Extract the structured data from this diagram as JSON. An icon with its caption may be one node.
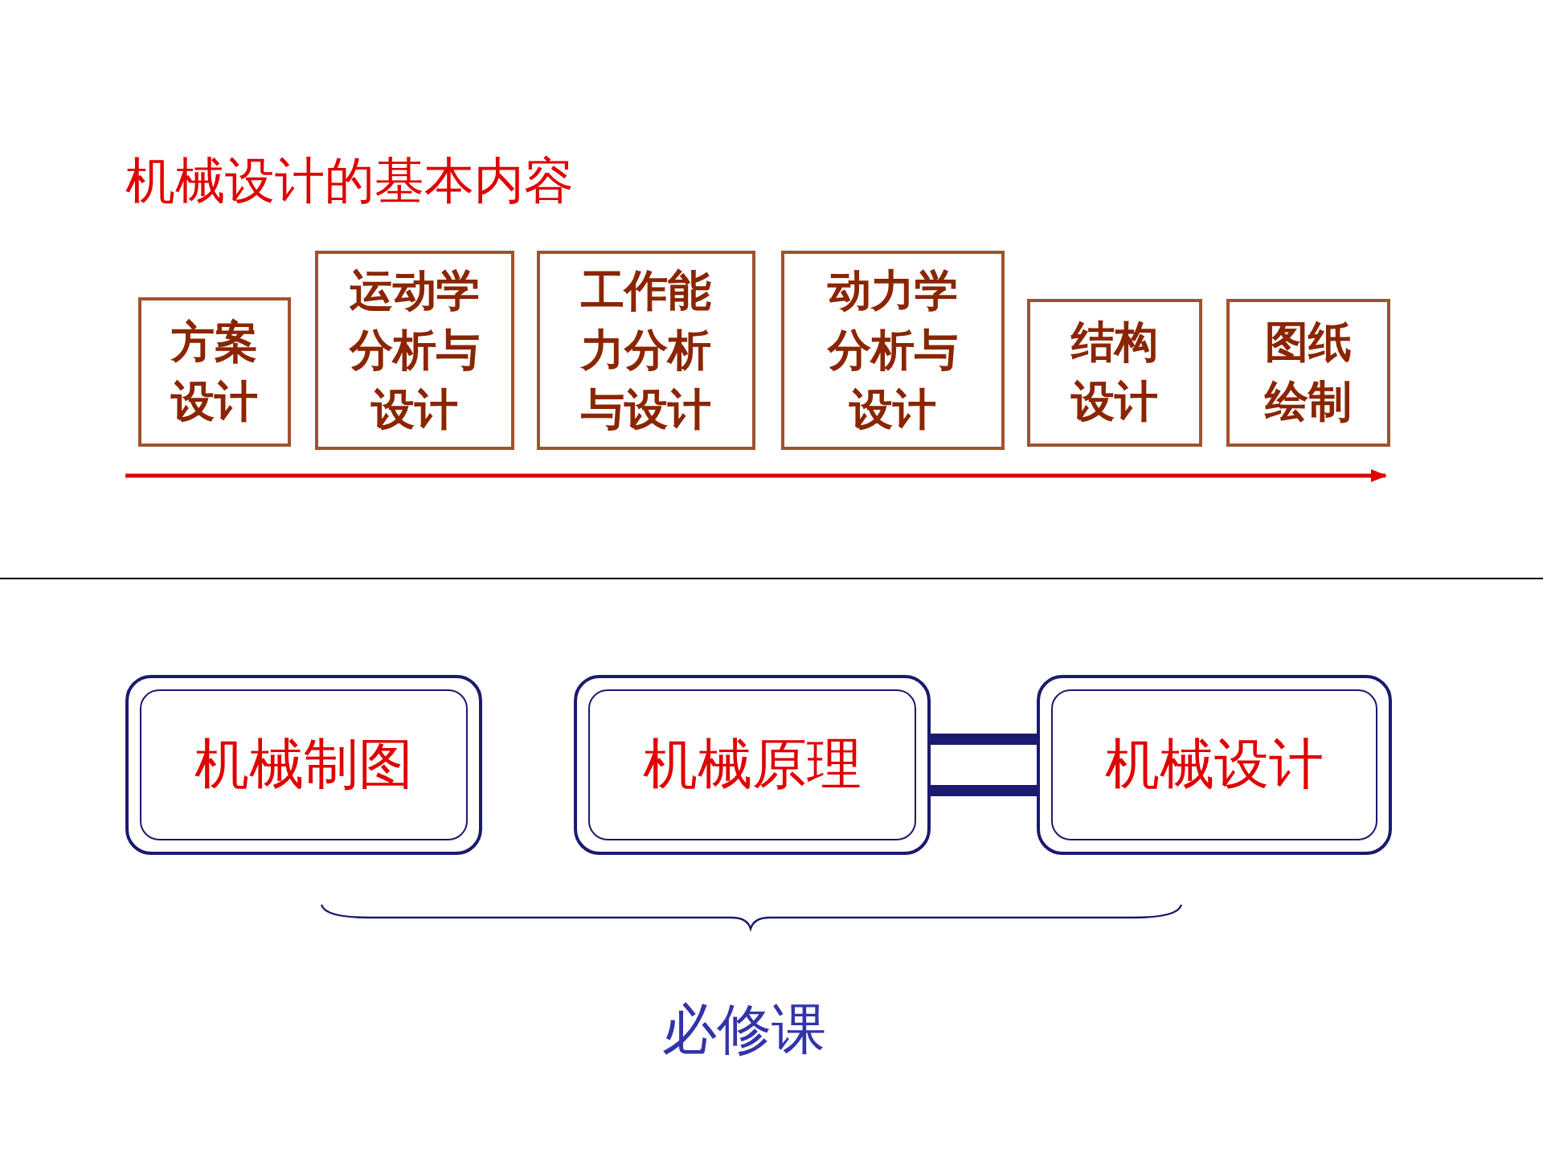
{
  "diagram": {
    "title": "机械设计的基本内容",
    "nodes": [
      {
        "text": [
          "方案设计"
        ]
      },
      {
        "text": [
          "运动学分析与设计"
        ]
      },
      {
        "text": [
          "工作能力分析与设计"
        ]
      },
      {
        "text": [
          "动力学分析与设计"
        ]
      },
      {
        "text": [
          "结构设计"
        ]
      },
      {
        "text": [
          "图纸绘制"
        ]
      },
      {
        "text": [
          "机械制图"
        ]
      },
      {
        "text": [
          "机械原理"
        ]
      },
      {
        "text": [
          "机械设计"
        ]
      }
    ],
    "edges": [
      {
        "from": 7,
        "to": 8,
        "arrow": "none"
      }
    ],
    "labels": [
      "必修课"
    ]
  }
}
